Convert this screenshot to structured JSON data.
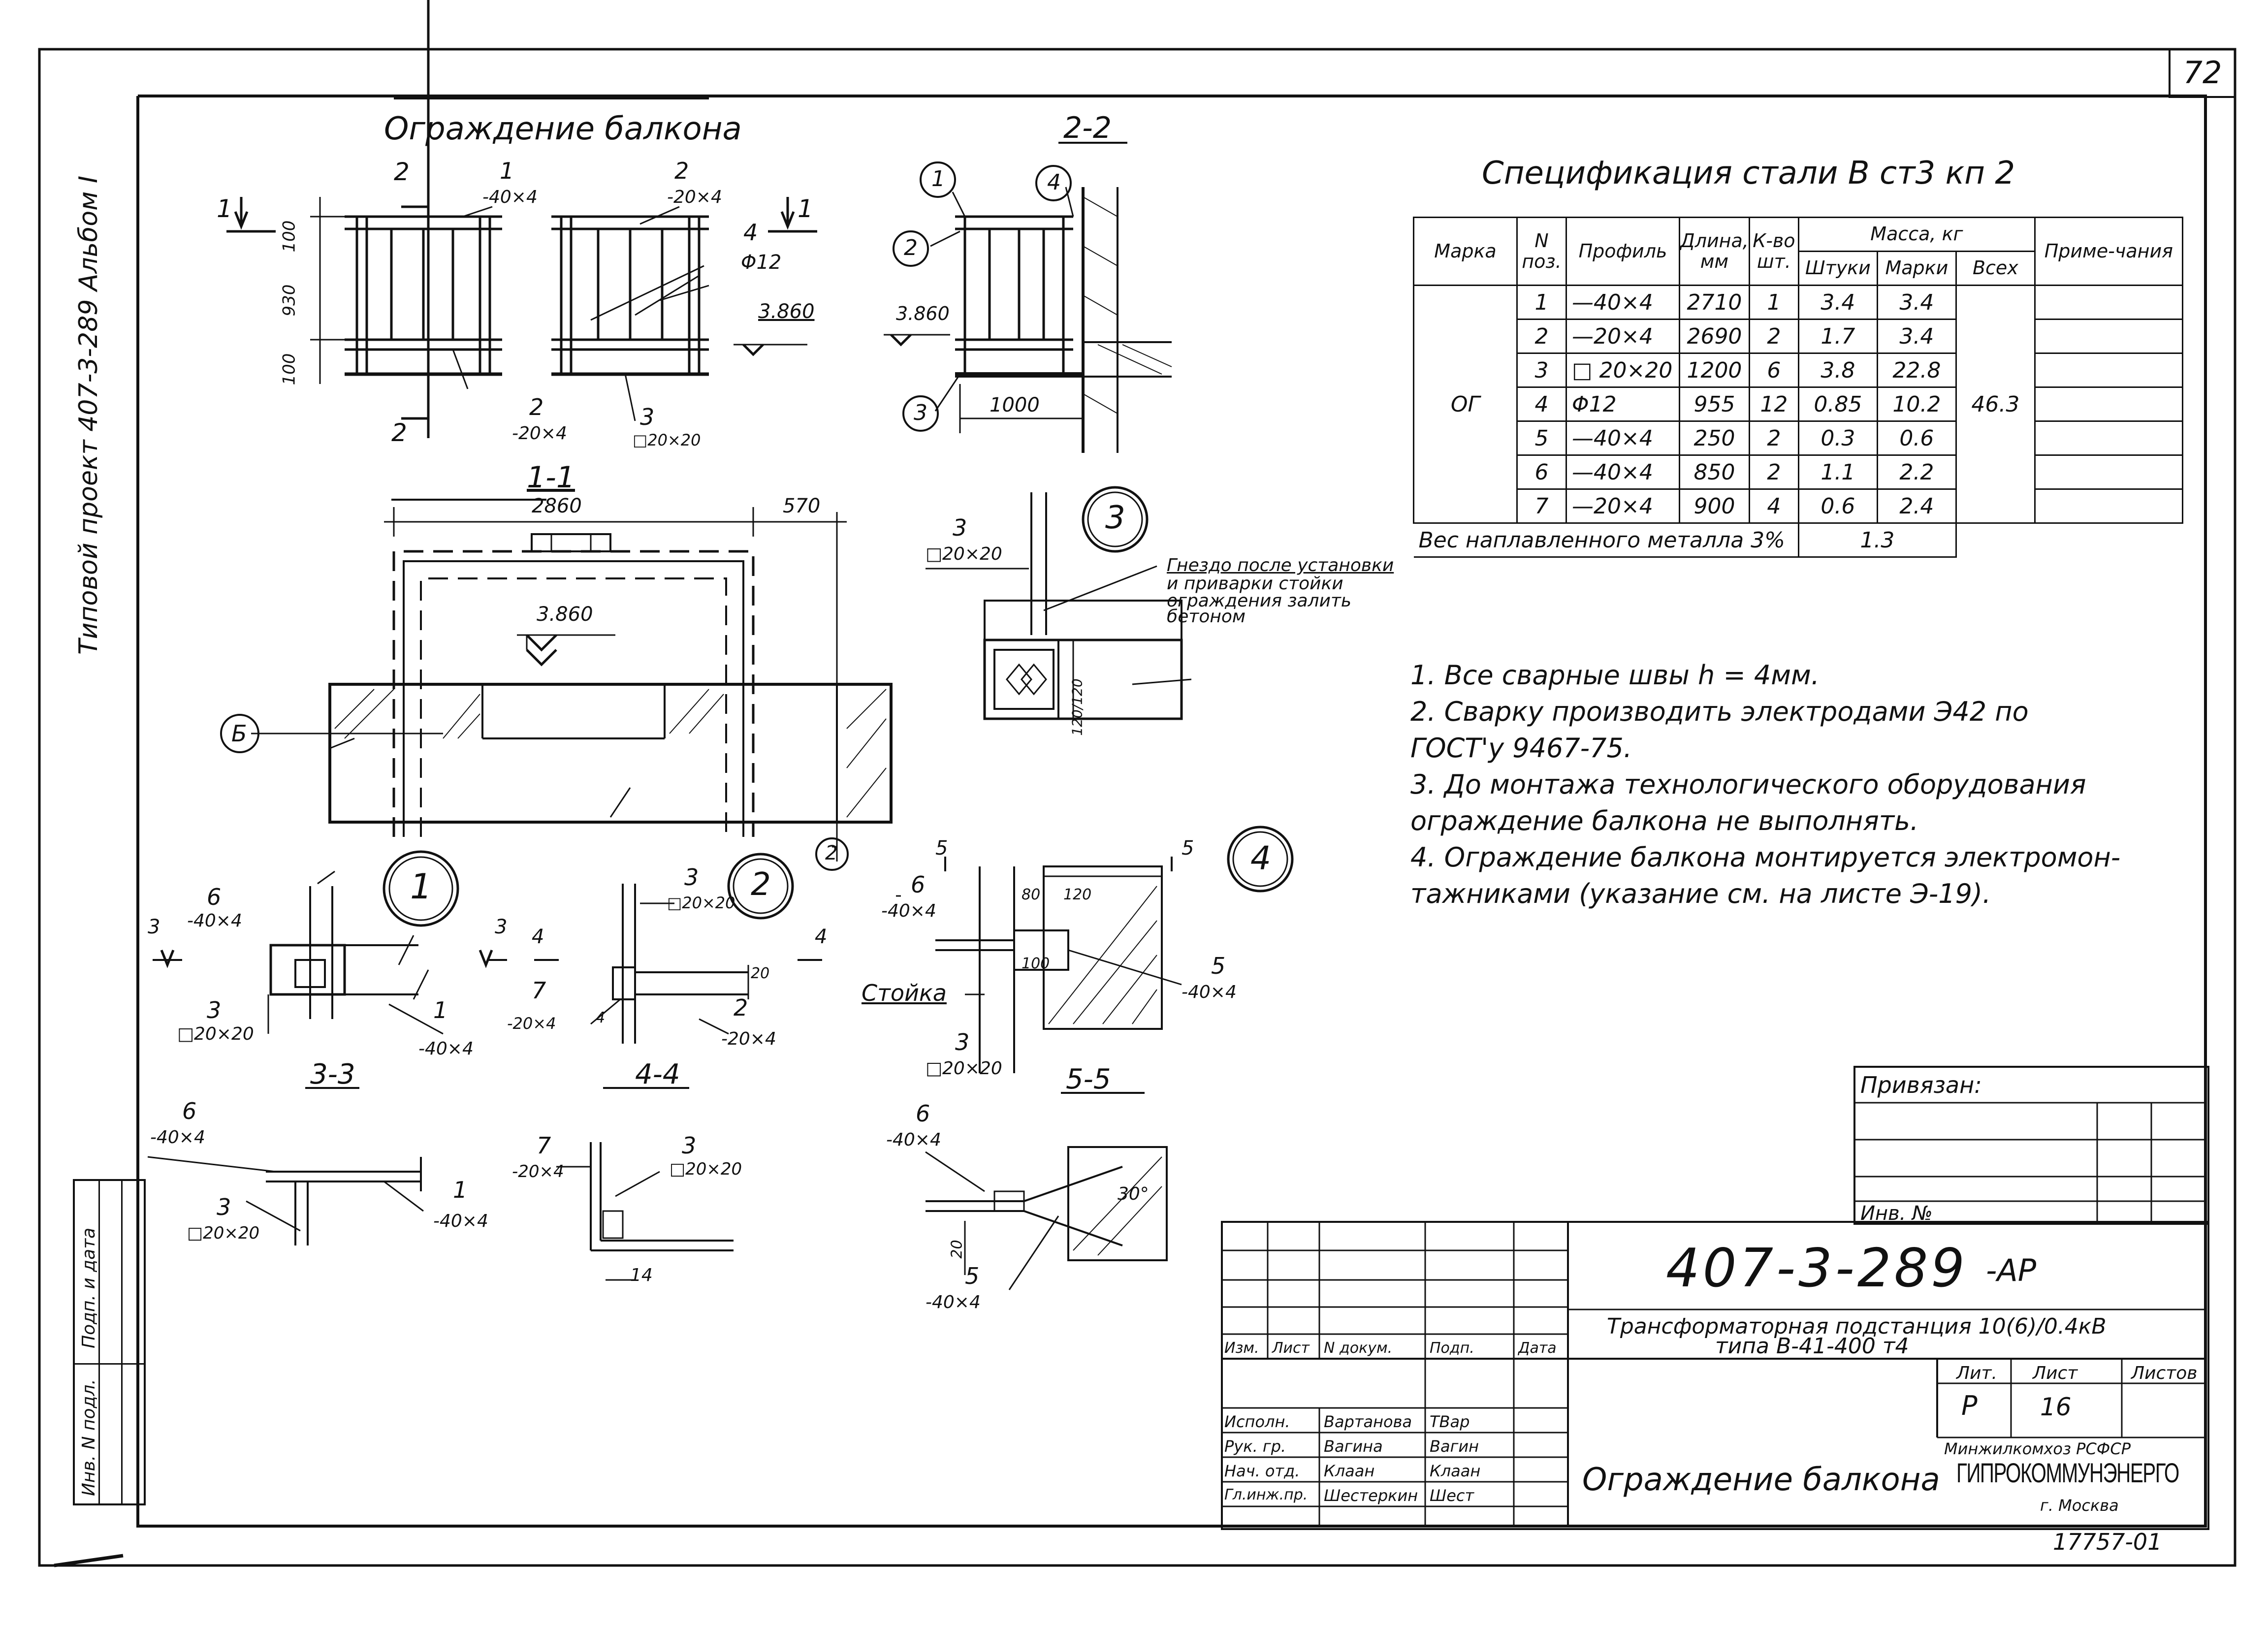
{
  "page_number": "72",
  "side_title": "Типовой проект 407-3-289 Альбом I",
  "main_title": "Ограждение балкона",
  "views": {
    "sec_2_2": "2-2",
    "sec_1_1": "1-1",
    "sec_3_3": "3-3",
    "sec_4_4": "4-4",
    "sec_5_5": "5-5"
  },
  "elevation": {
    "mark_1": "1",
    "mark_2": "2",
    "mark_3": "3",
    "mark_4": "4",
    "dim_100_top": "100",
    "dim_930": "930",
    "dim_100_bottom": "100",
    "profile_40x4": "-40×4",
    "profile_20x4": "-20×4",
    "profile_20x4_b": "-20×4",
    "phi12": "Φ12",
    "level": "3.860",
    "box20": "□20×20"
  },
  "sec22": {
    "level": "3.860",
    "dim_1000": "1000"
  },
  "sec11": {
    "dim_2860": "2860",
    "dim_570": "570",
    "level": "3.860",
    "callout_b": "Б",
    "callout_2": "2"
  },
  "node3": {
    "num": "3",
    "label_3": "3",
    "box": "□20×20",
    "note_l1": "Гнездо после установки",
    "note_l2": "и приварки стойки",
    "note_l3": "ограждения залить",
    "note_l4": "бетоном",
    "dim_120": "120/120"
  },
  "spec": {
    "title": "Спецификация   стали   В ст3 кп 2",
    "headers": {
      "marka": "Марка",
      "pos": "N поз.",
      "profile": "Профиль",
      "length": "Длина, мм",
      "qty": "К-во шт.",
      "mass": "Масса, кг",
      "mass_unit": "Штуки",
      "mass_mark": "Марки",
      "mass_all": "Всех",
      "notes": "Приме-чания"
    },
    "marka": "ОГ",
    "total": "46.3",
    "rows": [
      {
        "pos": "1",
        "profile": "—40×4",
        "length": "2710",
        "qty": "1",
        "unit": "3.4",
        "mark": "3.4"
      },
      {
        "pos": "2",
        "profile": "—20×4",
        "length": "2690",
        "qty": "2",
        "unit": "1.7",
        "mark": "3.4"
      },
      {
        "pos": "3",
        "profile": "□ 20×20",
        "length": "1200",
        "qty": "6",
        "unit": "3.8",
        "mark": "22.8"
      },
      {
        "pos": "4",
        "profile": "Φ12",
        "length": "955",
        "qty": "12",
        "unit": "0.85",
        "mark": "10.2"
      },
      {
        "pos": "5",
        "profile": "—40×4",
        "length": "250",
        "qty": "2",
        "unit": "0.3",
        "mark": "0.6"
      },
      {
        "pos": "6",
        "profile": "—40×4",
        "length": "850",
        "qty": "2",
        "unit": "1.1",
        "mark": "2.2"
      },
      {
        "pos": "7",
        "profile": "—20×4",
        "length": "900",
        "qty": "4",
        "unit": "0.6",
        "mark": "2.4"
      }
    ],
    "weld_label": "Вес наплавленного металла 3%",
    "weld_value": "1.3"
  },
  "notes": [
    "1. Все сварные швы  h = 4мм.",
    "2. Сварку производить электродами Э42 по",
    "    ГОСТ'у  9467-75.",
    "3. До монтажа технологического оборудования",
    "    ограждение балкона не выполнять.",
    "4. Ограждение  балкона  монтируется электромон-",
    "    тажниками (указание см. на листе Э-19)."
  ],
  "node1": {
    "num": "1",
    "p6": "6",
    "p6prof": "-40×4",
    "p3": "3",
    "p3prof": "□20×20",
    "p1": "1",
    "p1prof": "-40×4",
    "cut": "3"
  },
  "node2": {
    "num": "2",
    "p3": "3",
    "p3prof": "□20×20",
    "p7": "7",
    "p7prof": "-20×4",
    "p2": "2",
    "p2prof": "-20×4",
    "d20": "20",
    "d4": "4",
    "cut": "4"
  },
  "node4": {
    "num": "4",
    "cut": "5",
    "p6": "6",
    "p6prof": "-40×4",
    "d80": "80",
    "d120": "120",
    "d100": "100",
    "post": "Стойка",
    "p3": "3",
    "p3prof": "□20×20",
    "p5": "5",
    "p5prof": "-40×4"
  },
  "s33": {
    "p6": "6",
    "p6prof": "-40×4",
    "p3": "3",
    "p3prof": "□20×20",
    "p1": "1",
    "p1prof": "-40×4"
  },
  "s44": {
    "p7": "7",
    "p7prof": "-20×4",
    "p3": "3",
    "p3prof": "□20×20",
    "d14": "14"
  },
  "s55": {
    "p6": "6",
    "p6prof": "-40×4",
    "p5": "5",
    "p5prof": "-40×4",
    "d20": "20",
    "angle": "30°"
  },
  "binding": {
    "label": "Привязан:",
    "inv": "Инв. №"
  },
  "sidebox": {
    "inv": "Инв. N подл.",
    "sign": "Подп. и дата",
    "vzam": ""
  },
  "stamp": {
    "code": "407-3-289",
    "suffix": "-АР",
    "project_l1": "Трансформаторная подстанция 10(6)/0.4кВ",
    "project_l2": "типа  В-41-400 т4",
    "cols": {
      "izm": "Изм.",
      "list": "Лист",
      "ndok": "N докум.",
      "podp": "Подп.",
      "data": "Дата"
    },
    "stage_h": "Лит.",
    "sheet_h": "Лист",
    "sheets_h": "Листов",
    "stage": "Р",
    "sheet": "16",
    "sheets": "",
    "roles": [
      {
        "role": "Исполн.",
        "name": "Вартанова",
        "sign": "ТВар"
      },
      {
        "role": "Рук. гр.",
        "name": "Вагина",
        "sign": "Вагин"
      },
      {
        "role": "Нач. отд.",
        "name": "Клаан",
        "sign": "Клаан"
      },
      {
        "role": "Гл.инж.пр.",
        "name": "Шестеркин",
        "sign": "Шест"
      }
    ],
    "sheet_title": "Ограждение балкона",
    "ministry": "Минжилкомхоз  РСФСР",
    "org": "ГИПРОКОММУНЭНЕРГО",
    "city": "г. Москва",
    "archive": "17757-01"
  }
}
